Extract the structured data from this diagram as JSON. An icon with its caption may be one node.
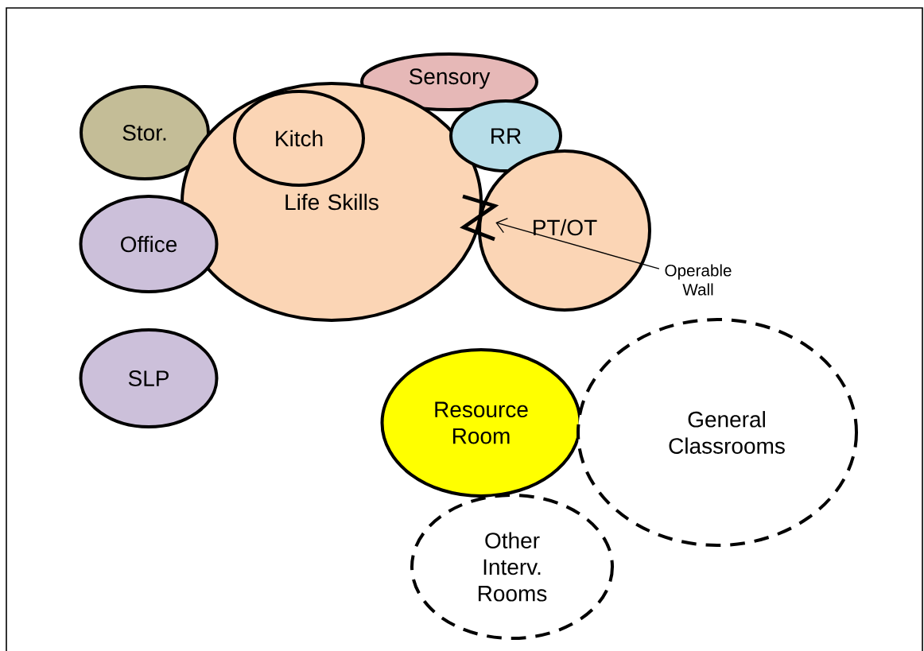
{
  "diagram": {
    "nodes": [
      {
        "text": [
          "Sensory"
        ]
      },
      {
        "text": [
          "Stor."
        ]
      },
      {
        "text": [
          "Life Skills"
        ]
      },
      {
        "text": [
          "Kitch"
        ],
        "in": 2
      },
      {
        "text": [
          "RR"
        ]
      },
      {
        "text": [
          "PT/OT"
        ]
      },
      {
        "text": [
          "Office"
        ]
      },
      {
        "text": [
          "Operable Wall"
        ]
      },
      {
        "text": [
          "SLP"
        ]
      },
      {
        "text": [
          "Resource Room"
        ]
      },
      {
        "text": [
          "General Classrooms"
        ]
      },
      {
        "text": [
          "Other Interv. Rooms"
        ]
      },
      {
        "text": [],
        "shape": "zigzag"
      }
    ],
    "edges": [
      {
        "from": 7,
        "to": 12,
        "arrow": "to"
      }
    ]
  }
}
